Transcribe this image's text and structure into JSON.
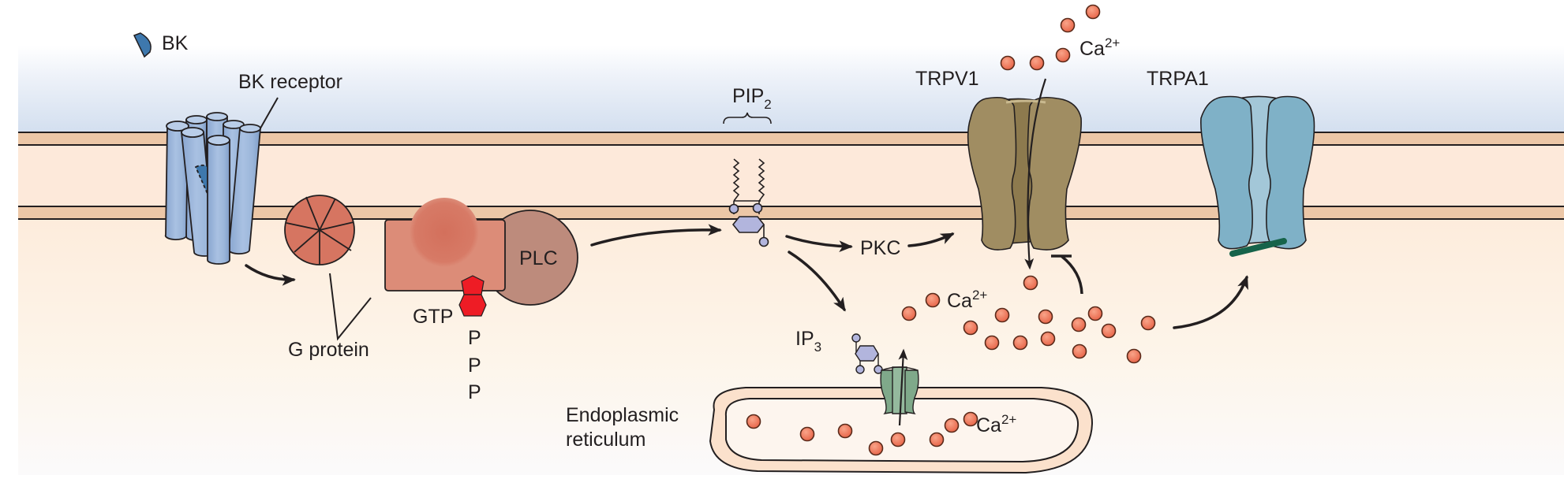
{
  "figure": {
    "title": "Bradykinin receptor signalling to TRPV1 and TRPA1 in a nociceptor",
    "colors": {
      "extracellular_top": "#ffffff",
      "extracellular_bottom": "#d3dfef",
      "membrane_band": "#ecc7a7",
      "membrane_core": "#fde9da",
      "cytoplasm_top": "#fdecdc",
      "cytoplasm_bottom": "#fbfafb",
      "bk_ligand": "#3e78ad",
      "bk_receptor": "#9db7d9",
      "g_protein": "#d67561",
      "gtp": "#ee1c25",
      "plc": "#bd8b7c",
      "plc_partner": "#dc8c78",
      "pip2_head": "#b2b5dd",
      "trpv1": "#9d8a5e",
      "trpa1": "#7fb1c7",
      "trpa1_bar": "#16634a",
      "ip3_receptor": "#7fa98a",
      "calcium": "#ef7a5f"
    }
  },
  "labels": {
    "bk": "BK",
    "bk_receptor": "BK receptor",
    "g_protein": "G protein",
    "gtp": "GTP",
    "phosphates": [
      "P",
      "P",
      "P"
    ],
    "plc": "PLC",
    "pip2": {
      "base": "PIP",
      "sub": "2"
    },
    "pkc": "PKC",
    "ip3": {
      "base": "IP",
      "sub": "3"
    },
    "trpv1": "TRPV1",
    "trpa1": "TRPA1",
    "ca_extracellular": {
      "base": "Ca",
      "sup": "2+"
    },
    "ca_cytosol": {
      "base": "Ca",
      "sup": "2+"
    },
    "ca_er": {
      "base": "Ca",
      "sup": "2+"
    },
    "er_line1": "Endoplasmic",
    "er_line2": "reticulum"
  },
  "calcium_ions": {
    "extracellular_count": 5,
    "cytosol_count": 15,
    "er_count": 8
  }
}
